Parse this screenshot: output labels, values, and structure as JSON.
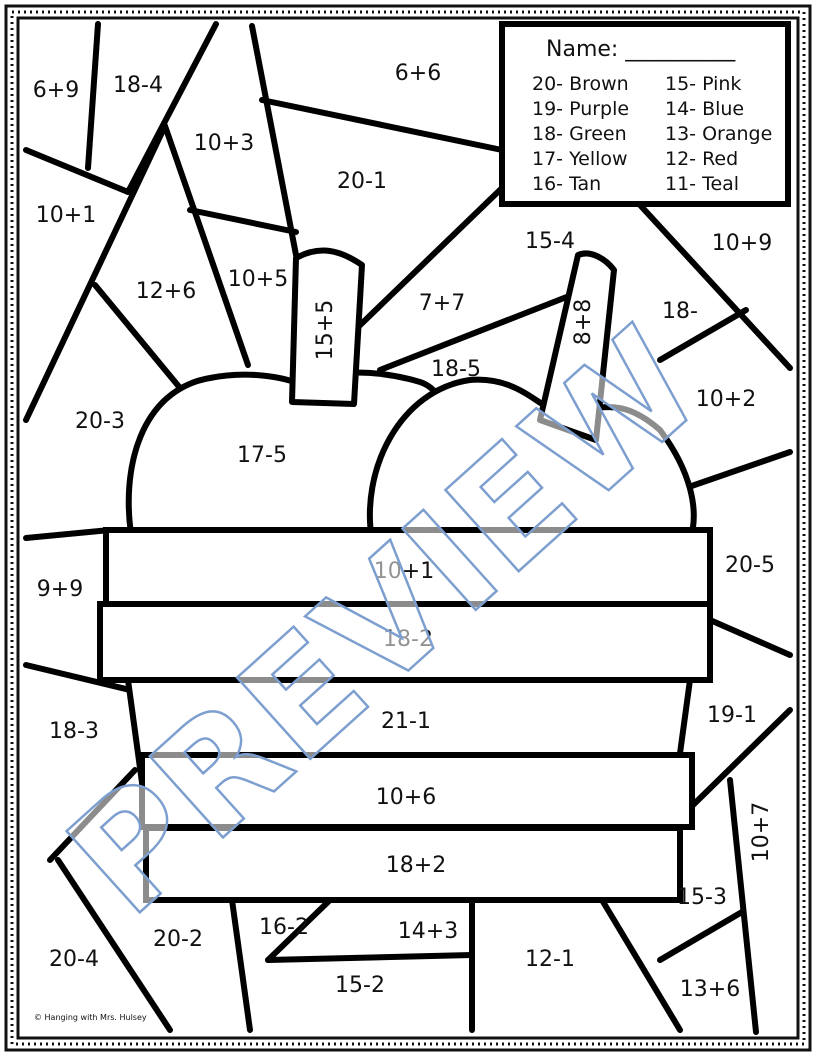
{
  "key": {
    "name_label": "Name: __________",
    "colors": [
      "20- Brown",
      "15- Pink",
      "19- Purple",
      "14- Blue",
      "18- Green",
      "13- Orange",
      "17- Yellow",
      "12- Red",
      "16- Tan",
      "11- Teal"
    ]
  },
  "regions": {
    "r1": "6+9",
    "r2": "18-4",
    "r3": "6+6",
    "r4": "10+3",
    "r5": "20-1",
    "r6": "10+1",
    "r7": "12+6",
    "r8": "10+5",
    "r9": "15+5",
    "r10": "7+7",
    "r11": "15-4",
    "r12": "10+9",
    "r13": "8+8",
    "r14": "18-",
    "r15": "18-5",
    "r16": "10+2",
    "r17": "20-3",
    "r18": "17-5",
    "r19": "9+9",
    "r20": "10+1",
    "r21": "20-5",
    "r22": "18-2",
    "r23": "18-3",
    "r24": "21-1",
    "r25": "19-1",
    "r26": "10+6",
    "r27": "10+7",
    "r28": "18+2",
    "r29": "15-3",
    "r30": "20-4",
    "r31": "20-2",
    "r32": "16-2",
    "r33": "14+3",
    "r34": "12-1",
    "r35": "15-2",
    "r36": "13+6"
  },
  "copyright": "© Hanging with Mrs. Hulsey",
  "watermark": "PREVIEW"
}
